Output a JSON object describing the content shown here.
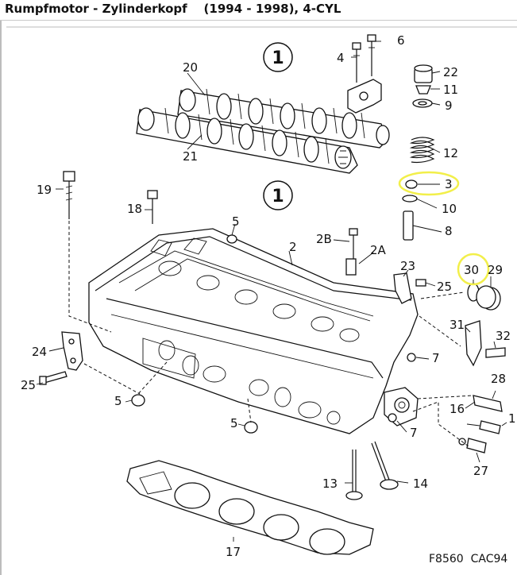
{
  "window": {
    "title": "Rumpfmotor - Zylinderkopf    (1994 - 1998), 4-CYL"
  },
  "diagram": {
    "view_markers": [
      "1",
      "1"
    ],
    "callouts": {
      "c20": "20",
      "c21": "21",
      "c4": "4",
      "c6": "6",
      "c22": "22",
      "c11": "11",
      "c9": "9",
      "c12": "12",
      "c3": "3",
      "c10": "10",
      "c8": "8",
      "c19": "19",
      "c18": "18",
      "c5a": "5",
      "c2": "2",
      "c2B": "2B",
      "c2A": "2A",
      "c23": "23",
      "c25a": "25",
      "c30": "30",
      "c29": "29",
      "c31": "31",
      "c32": "32",
      "c7a": "7",
      "c24": "24",
      "c25b": "25",
      "c5b": "5",
      "c28": "28",
      "c16": "16",
      "c1": "1",
      "c5c": "5",
      "c7b": "7",
      "c27": "27",
      "c13": "13",
      "c14": "14",
      "c17": "17"
    },
    "highlight_color": "#f2ef4a",
    "footer_code": "F8560  CAC94"
  }
}
